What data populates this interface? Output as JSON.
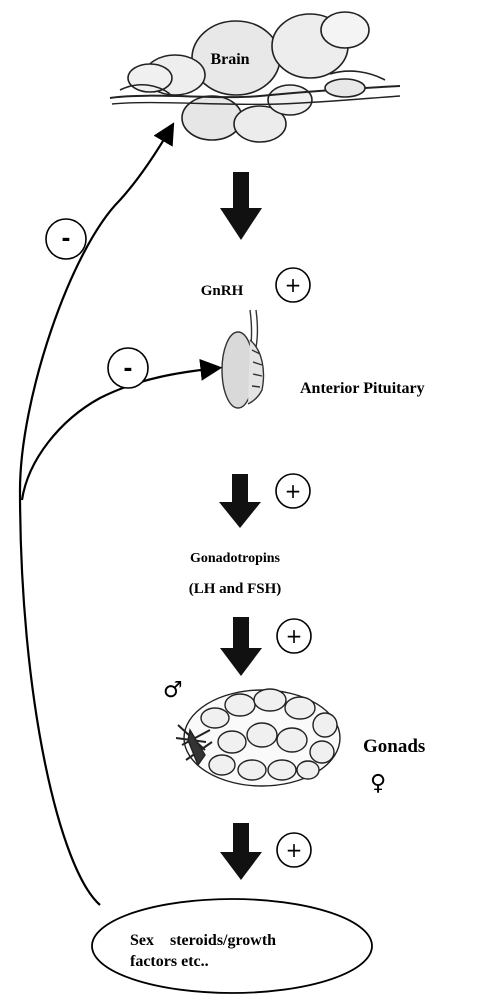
{
  "labels": {
    "brain": "Brain",
    "gnrh": "GnRH",
    "anterior_pituitary": "Anterior Pituitary",
    "gonadotropins_line1": "Gonadotropins",
    "gonadotropins_line2": "(LH and FSH)",
    "gonads": "Gonads",
    "steroids_line1": "Sex    steroids/growth",
    "steroids_line2": "factors etc..",
    "male_symbol": "♂",
    "female_symbol": "♀"
  },
  "signs": {
    "negative_brain": "-",
    "negative_pituitary": "-",
    "positive_gnrh": "+",
    "positive_gonadotropins": "+",
    "positive_gonads": "+",
    "positive_steroids": "+"
  }
}
